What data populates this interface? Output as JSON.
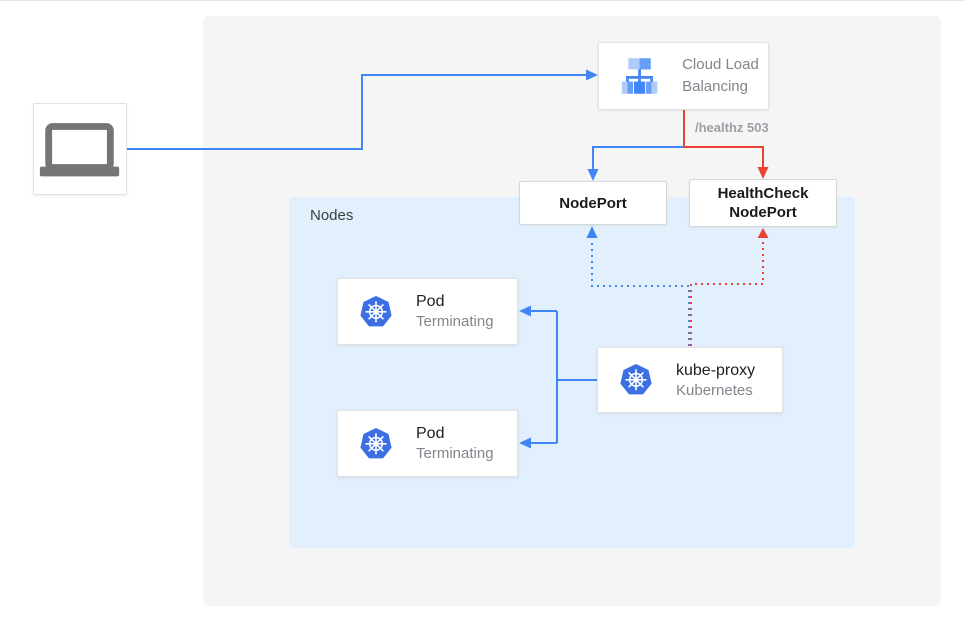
{
  "colors": {
    "accent_blue": "#4285f4",
    "accent_red": "#ea4335",
    "kubernetes_blue": "#3b6fe3",
    "icon_blue_light": "#aecbfa",
    "icon_blue_mid": "#669df6",
    "laptop_gray": "#757575",
    "panel_bg": "#f5f5f6",
    "nodes_bg": "#e2effc"
  },
  "client": {
    "icon": "laptop-icon"
  },
  "clb": {
    "title": "Cloud Load Balancing",
    "icon": "cloud-load-balancing-icon"
  },
  "edge_labels": {
    "healthz": "/healthz 503"
  },
  "nodes_panel": {
    "label": "Nodes"
  },
  "nodeport": {
    "label": "NodePort"
  },
  "healthcheck": {
    "label": "HealthCheck NodePort"
  },
  "pods": [
    {
      "title": "Pod",
      "subtitle": "Terminating",
      "icon": "kubernetes-icon"
    },
    {
      "title": "Pod",
      "subtitle": "Terminating",
      "icon": "kubernetes-icon"
    }
  ],
  "kube_proxy": {
    "title": "kube-proxy",
    "subtitle": "Kubernetes",
    "icon": "kubernetes-icon"
  },
  "edges": [
    {
      "from": "client",
      "to": "cloud-load-balancing",
      "style": "solid",
      "color": "blue"
    },
    {
      "from": "cloud-load-balancing",
      "to": "nodeport",
      "style": "solid",
      "color": "blue"
    },
    {
      "from": "cloud-load-balancing",
      "to": "healthcheck-nodeport",
      "style": "solid",
      "color": "red",
      "label": "/healthz 503"
    },
    {
      "from": "kube-proxy",
      "to": "nodeport",
      "style": "dotted",
      "color": "blue"
    },
    {
      "from": "kube-proxy",
      "to": "healthcheck-nodeport",
      "style": "dotted",
      "color": "red"
    },
    {
      "from": "kube-proxy",
      "to": "pod-1",
      "style": "solid",
      "color": "blue"
    },
    {
      "from": "kube-proxy",
      "to": "pod-2",
      "style": "solid",
      "color": "blue"
    }
  ]
}
